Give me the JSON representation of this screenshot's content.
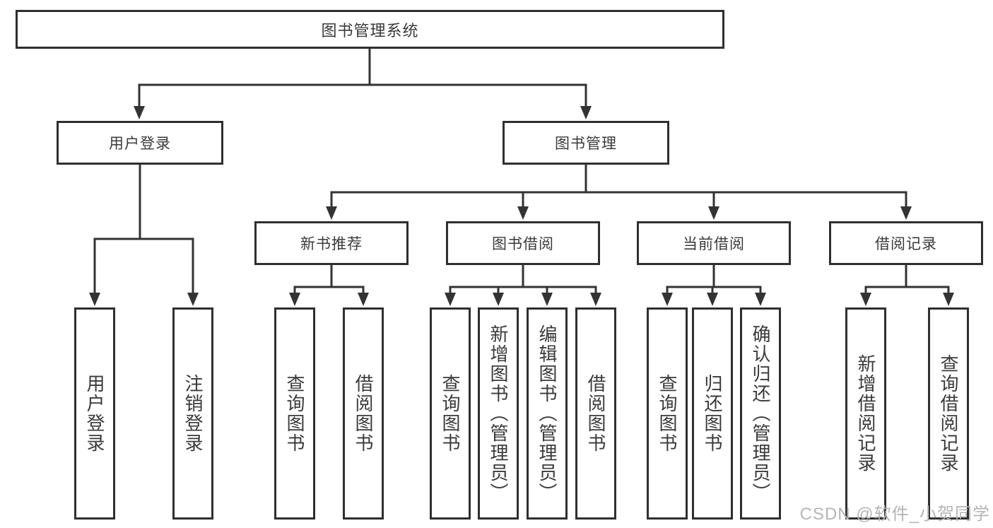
{
  "diagram": {
    "root": {
      "label": "图书管理系统"
    },
    "level1": [
      {
        "label": "用户登录"
      },
      {
        "label": "图书管理"
      }
    ],
    "level2": [
      {
        "label": "新书推荐"
      },
      {
        "label": "图书借阅"
      },
      {
        "label": "当前借阅"
      },
      {
        "label": "借阅记录"
      }
    ],
    "leaves": {
      "user_login": [
        "用户登录",
        "注销登录"
      ],
      "new_book": [
        "查询图书",
        "借阅图书"
      ],
      "book_borrow": [
        "查询图书",
        "新增图书（管理员）",
        "编辑图书（管理员）",
        "借阅图书"
      ],
      "current_borrow": [
        "查询图书",
        "归还图书",
        "确认归还（管理员）"
      ],
      "records": [
        "新增借阅记录",
        "查询借阅记录"
      ]
    },
    "line_color": "#333333",
    "watermark": "CSDN @软件_小贺同学"
  }
}
